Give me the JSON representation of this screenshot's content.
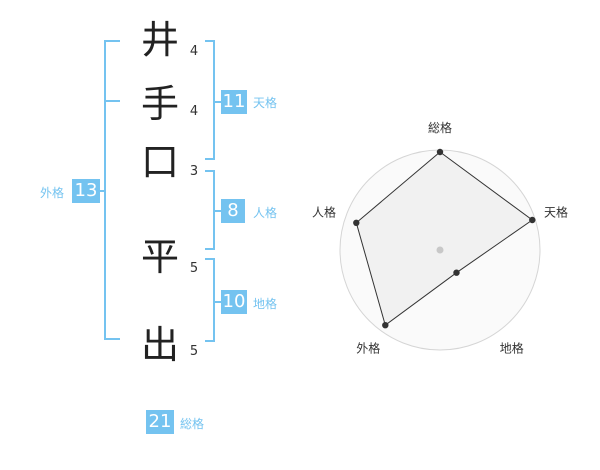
{
  "characters": [
    {
      "char": "井",
      "strokes": "4"
    },
    {
      "char": "手",
      "strokes": "4"
    },
    {
      "char": "口",
      "strokes": "3"
    },
    {
      "char": "平",
      "strokes": "5"
    },
    {
      "char": "出",
      "strokes": "5"
    }
  ],
  "kakusu": {
    "tenkaku": {
      "value": "11",
      "label": "天格"
    },
    "jinkaku": {
      "value": "8",
      "label": "人格"
    },
    "chikaku": {
      "value": "10",
      "label": "地格"
    },
    "gaikaku": {
      "value": "13",
      "label": "外格"
    },
    "soukaku": {
      "value": "21",
      "label": "総格"
    }
  },
  "colors": {
    "accent": "#74c3f0",
    "text": "#222222",
    "grid": "#d5d5d5",
    "fill": "#eeeeee",
    "point": "#333333",
    "center": "#c8c8c8"
  },
  "chart_data": {
    "type": "radar",
    "axes": [
      "総格",
      "天格",
      "地格",
      "外格",
      "人格"
    ],
    "values": [
      0.98,
      0.97,
      0.28,
      0.93,
      0.88
    ],
    "rings": 4
  }
}
